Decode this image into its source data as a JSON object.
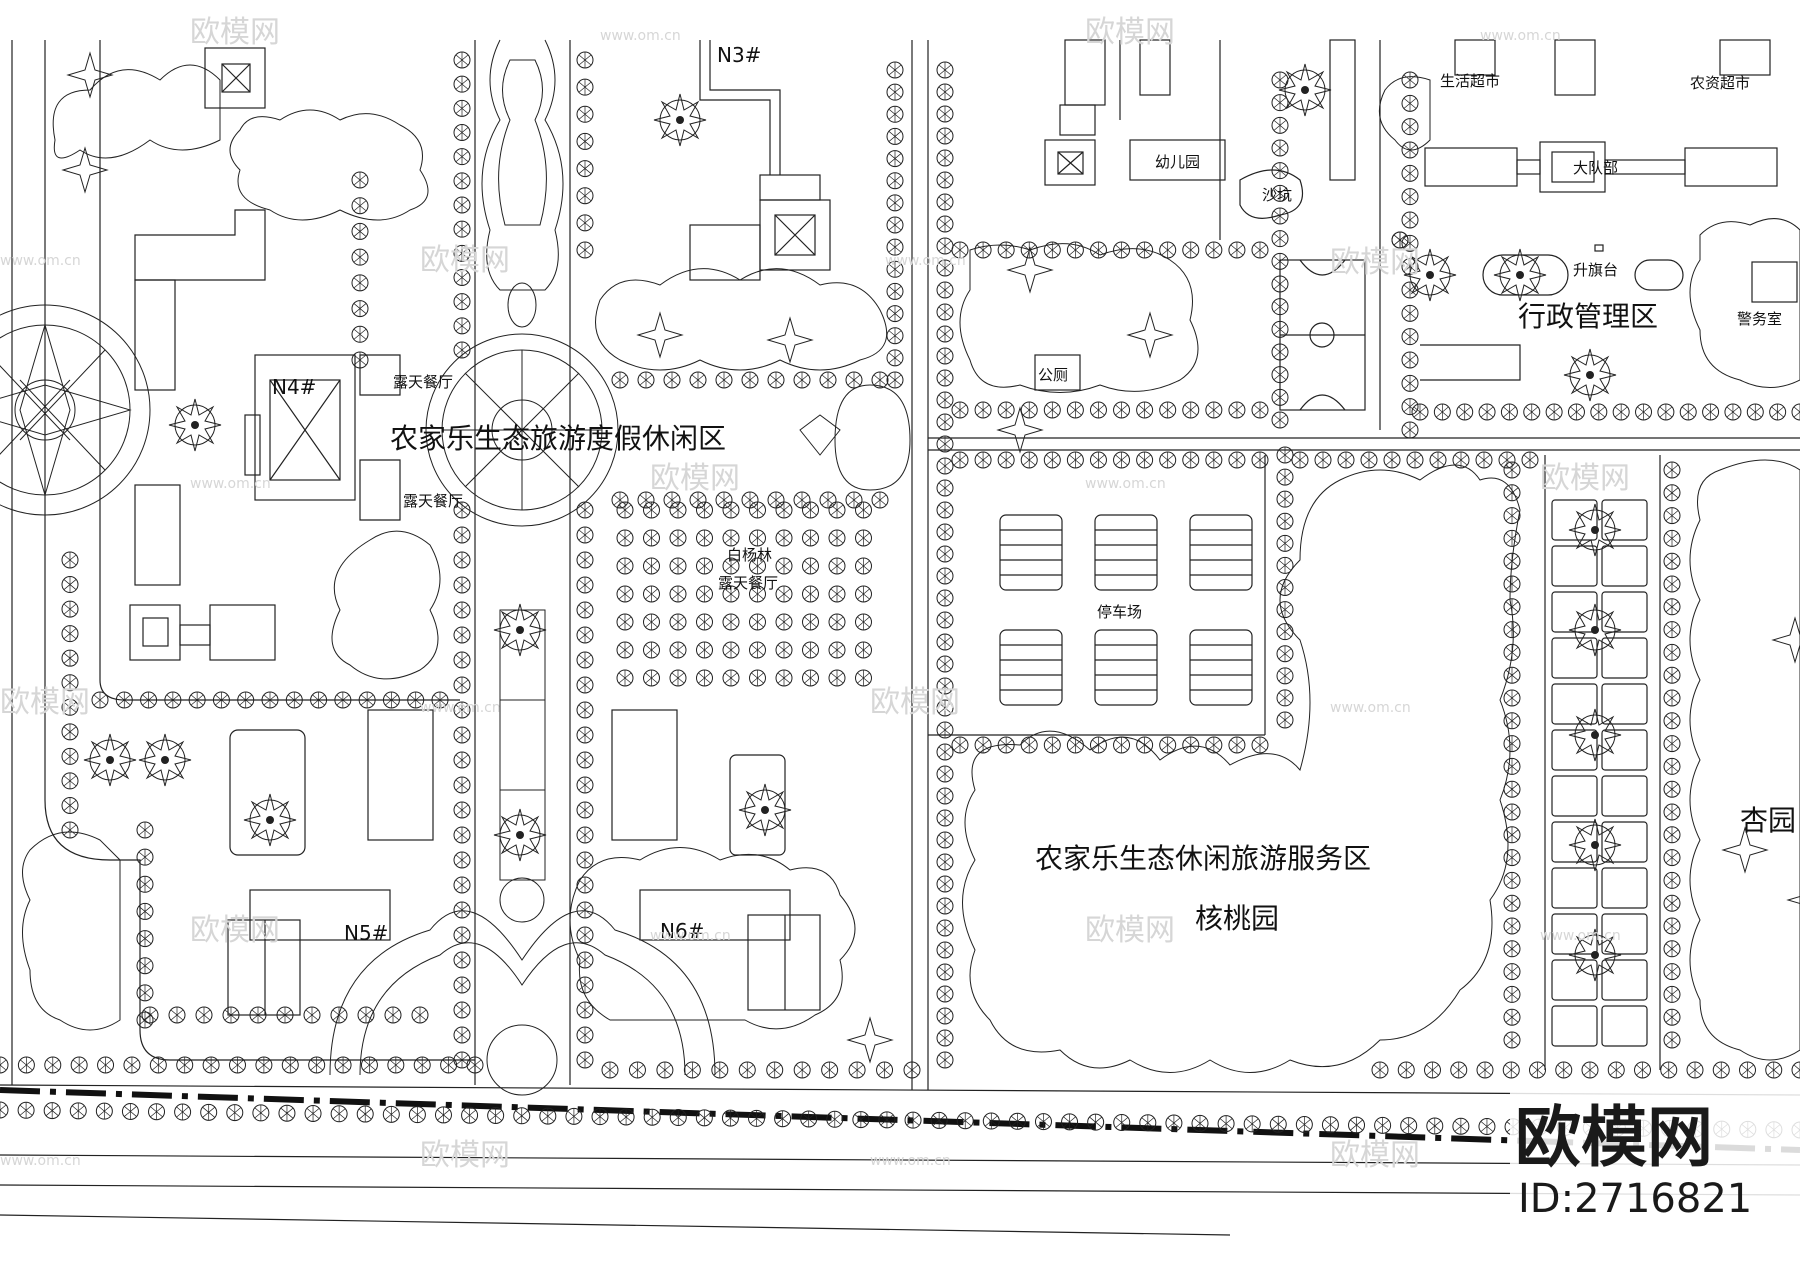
{
  "zones": {
    "resort": "农家乐生态旅游度假休闲区",
    "service": "农家乐生态休闲旅游服务区",
    "admin": "行政管理区"
  },
  "buildings": {
    "n3": "N3#",
    "n4": "N4#",
    "n5": "N5#",
    "n6": "N6#"
  },
  "facilities": {
    "restaurant_a": "露天餐厅",
    "restaurant_b": "露天餐厅",
    "restaurant_c": "露天餐厅",
    "poplar_grove": "白杨林",
    "parking": "停车场",
    "toilet": "公厕",
    "kindergarten": "幼儿园",
    "sandpit": "沙坑",
    "supermarket": "生活超市",
    "agri_store": "农资超市",
    "brigade": "大队部",
    "flag_platform": "升旗台",
    "guard_room": "警务室",
    "walnut_garden": "核桃园",
    "apricot_garden": "杏园"
  },
  "watermark": {
    "brand": "欧模网",
    "site": "www.om.cn",
    "id": "ID:2716821"
  },
  "colors": {
    "line": "#222222",
    "watermark": "#d6d6d6"
  }
}
